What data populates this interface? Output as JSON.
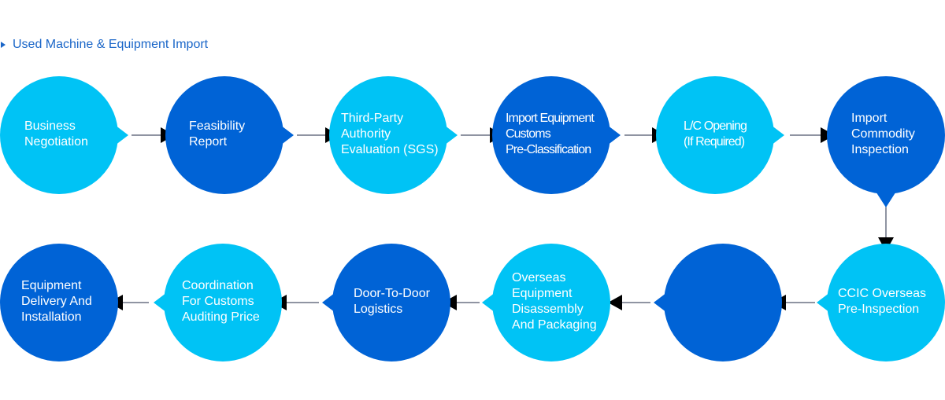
{
  "title": "Used Machine & Equipment Import",
  "colors": {
    "light": "#00c3f5",
    "dark": "#0063d6",
    "title": "#1a66c8",
    "connector": "#000000",
    "line": "#1f2a44"
  },
  "steps": [
    {
      "id": 1,
      "lines": [
        "Business",
        "Negotiation"
      ],
      "tone": "light"
    },
    {
      "id": 2,
      "lines": [
        "Feasibility",
        "Report"
      ],
      "tone": "dark"
    },
    {
      "id": 3,
      "lines": [
        "Third-Party",
        "Authority",
        "Evaluation (SGS)"
      ],
      "tone": "light"
    },
    {
      "id": 4,
      "lines": [
        "Import Equipment",
        "Customs",
        "Pre-Classification"
      ],
      "tone": "dark"
    },
    {
      "id": 5,
      "lines": [
        "L/C Opening",
        "(If Required)"
      ],
      "tone": "light"
    },
    {
      "id": 6,
      "lines": [
        "Import",
        "Commodity",
        "Inspection"
      ],
      "tone": "dark"
    },
    {
      "id": 7,
      "lines": [
        "CCIC Overseas",
        "Pre-Inspection"
      ],
      "tone": "light"
    },
    {
      "id": 8,
      "lines": [],
      "tone": "dark"
    },
    {
      "id": 9,
      "lines": [
        "Overseas",
        "Equipment",
        "Disassembly",
        "And Packaging"
      ],
      "tone": "light"
    },
    {
      "id": 10,
      "lines": [
        "Door-To-Door",
        "Logistics"
      ],
      "tone": "dark"
    },
    {
      "id": 11,
      "lines": [
        "Coordination",
        "For Customs",
        "Auditing Price"
      ],
      "tone": "light"
    },
    {
      "id": 12,
      "lines": [
        "Equipment",
        "Delivery And",
        "Installation"
      ],
      "tone": "dark"
    }
  ]
}
